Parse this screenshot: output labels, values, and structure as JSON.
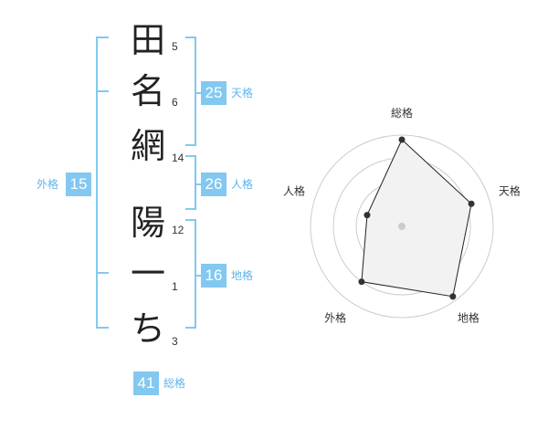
{
  "name": {
    "characters": [
      {
        "char": "田",
        "strokes": "5"
      },
      {
        "char": "名",
        "strokes": "6"
      },
      {
        "char": "網",
        "strokes": "14"
      },
      {
        "char": "陽",
        "strokes": "12"
      },
      {
        "char": "一",
        "strokes": "1"
      },
      {
        "char": "ち",
        "strokes": "3"
      }
    ]
  },
  "fortune": {
    "tenkaku": {
      "label": "天格",
      "value": "25"
    },
    "jinkaku": {
      "label": "人格",
      "value": "26"
    },
    "chikaku": {
      "label": "地格",
      "value": "16"
    },
    "gaikaku": {
      "label": "外格",
      "value": "15"
    },
    "soukaku": {
      "label": "総格",
      "value": "41"
    }
  },
  "colors": {
    "accent": "#82c8f0",
    "label": "#5fb4ec",
    "radar_fill": "#f2f2f2",
    "radar_grid": "#cccccc"
  },
  "chart_data": {
    "type": "radar",
    "axes": [
      "総格",
      "天格",
      "地格",
      "外格",
      "人格"
    ],
    "values": [
      0.95,
      0.8,
      0.95,
      0.75,
      0.4
    ],
    "rings": 4,
    "range": [
      0,
      1
    ]
  }
}
